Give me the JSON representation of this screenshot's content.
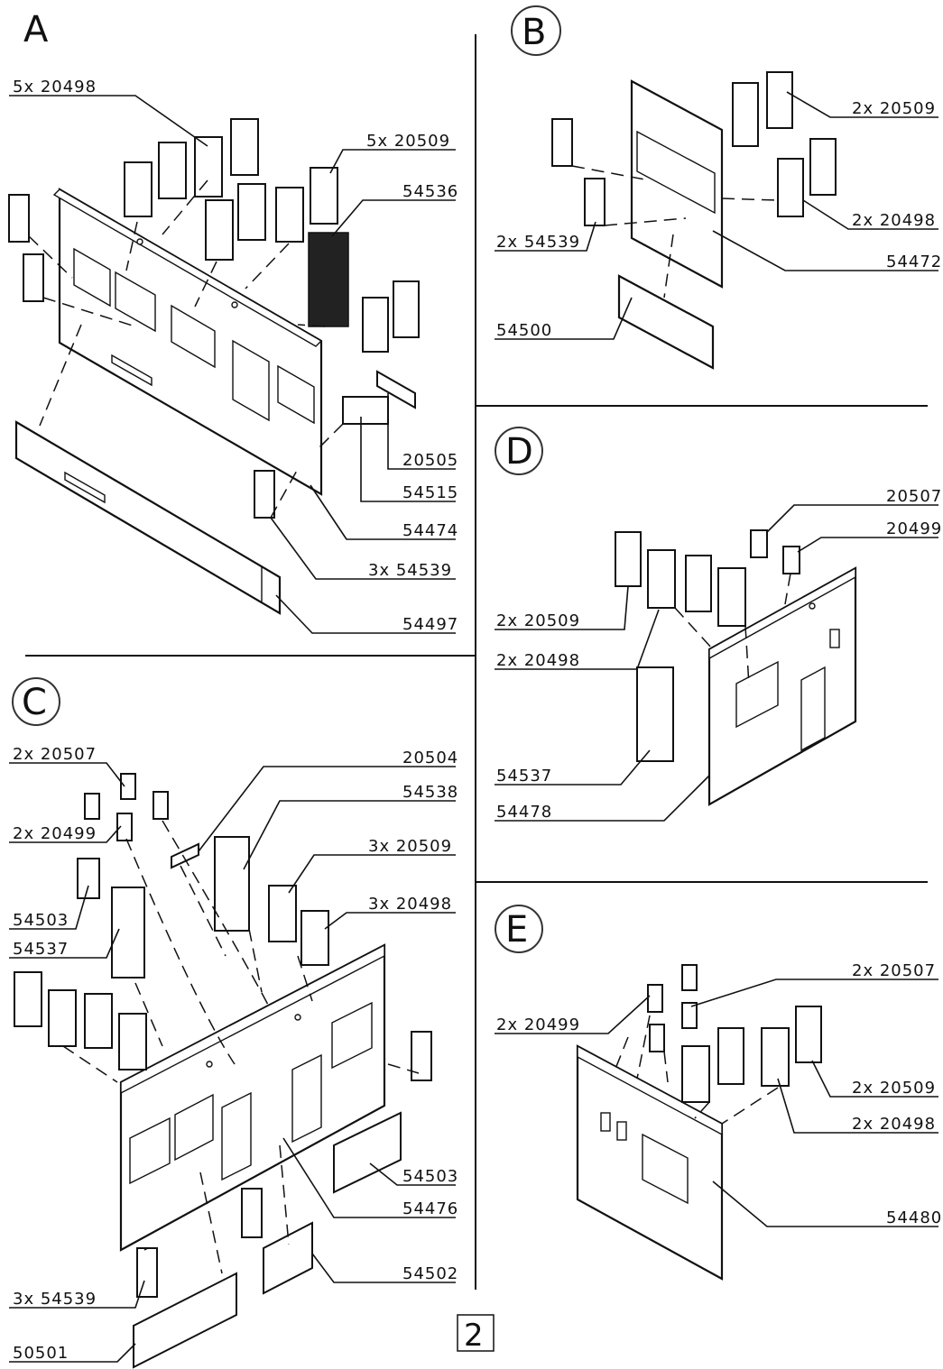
{
  "sections": {
    "a": "A",
    "b": "B",
    "c": "C",
    "d": "D",
    "e": "E"
  },
  "labels": {
    "a": [
      "5x 20498",
      "5x 20509",
      "54536",
      "20505",
      "54515",
      "54474",
      "3x 54539",
      "54497"
    ],
    "b": [
      "2x 20509",
      "2x 20498",
      "2x 54539",
      "54472",
      "54500"
    ],
    "c": [
      "2x 20507",
      "2x 20499",
      "54503",
      "54537",
      "20504",
      "54538",
      "3x 20509",
      "3x 20498",
      "54503",
      "54476",
      "54502",
      "3x 54539",
      "50501"
    ],
    "d": [
      "20507",
      "20499",
      "2x 20509",
      "2x 20498",
      "54537",
      "54478"
    ],
    "e": [
      "2x 20507",
      "2x 20499",
      "2x 20509",
      "2x 20498",
      "54480"
    ]
  },
  "page_number": "2"
}
